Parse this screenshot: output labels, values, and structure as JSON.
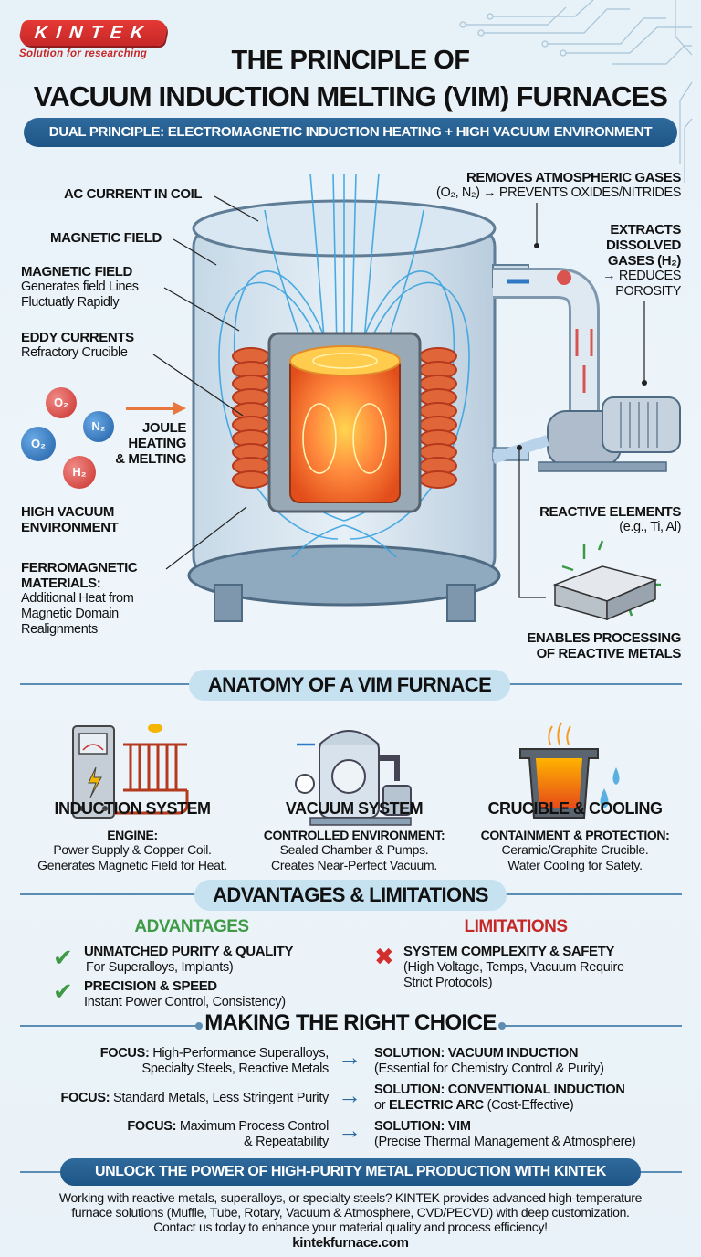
{
  "logo": {
    "brand": "KINTEK",
    "tagline": "Solution for researching",
    "color": "#d32f2f"
  },
  "header": {
    "title_line1": "THE PRINCIPLE OF",
    "title_line2": "VACUUM INDUCTION MELTING (VIM) FURNACES",
    "banner": "DUAL PRINCIPLE: ELECTROMAGNETIC INDUCTION HEATING + HIGH VACUUM ENVIRONMENT",
    "banner_color": "#2a6496"
  },
  "diagram": {
    "left_labels": {
      "ac_current": "AC CURRENT IN COIL",
      "magnetic_field": "MAGNETIC FIELD",
      "magnetic_field2_title": "MAGNETIC FIELD",
      "magnetic_field2_line1": "Generates field Lines",
      "magnetic_field2_line2": "Fluctuatly Rapidly",
      "eddy_title": "EDDY CURRENTS",
      "eddy_desc": "Refractory Crucible",
      "joule_line1": "JOULE",
      "joule_line2": "HEATING",
      "joule_line3": "& MELTING",
      "vacuum_line1": "HIGH VACUUM",
      "vacuum_line2": "ENVIRONMENT",
      "ferro_title1": "FERROMAGNETIC",
      "ferro_title2": "MATERIALS:",
      "ferro_desc1": "Additional Heat from",
      "ferro_desc2": "Magnetic Domain",
      "ferro_desc3": "Realignments"
    },
    "molecules": [
      {
        "label": "O₂",
        "color": "#d9534f"
      },
      {
        "label": "N₂",
        "color": "#2f78c4"
      },
      {
        "label": "O₂",
        "color": "#2f78c4"
      },
      {
        "label": "H₂",
        "color": "#d9534f"
      }
    ],
    "right_labels": {
      "removes_title": "REMOVES ATMOSPHERIC GASES",
      "removes_desc": "(O₂, N₂) → PREVENTS OXIDES/NITRIDES",
      "extracts_line1": "EXTRACTS",
      "extracts_line2": "DISSOLVED",
      "extracts_line3": "GASES (H₂)",
      "extracts_line4": "→ REDUCES",
      "extracts_line5": "POROSITY",
      "reactive_title": "REACTIVE ELEMENTS",
      "reactive_desc": "(e.g., Ti, Al)",
      "enables_line1": "ENABLES PROCESSING",
      "enables_line2": "OF REACTIVE METALS"
    }
  },
  "anatomy": {
    "heading": "ANATOMY OF A VIM FURNACE",
    "columns": [
      {
        "title": "INDUCTION SYSTEM",
        "subtitle": "ENGINE:",
        "line1": "Power Supply & Copper Coil.",
        "line2": "Generates Magnetic Field for Heat."
      },
      {
        "title": "VACUUM SYSTEM",
        "subtitle": "CONTROLLED ENVIRONMENT:",
        "line1": "Sealed Chamber & Pumps.",
        "line2": "Creates Near-Perfect Vacuum."
      },
      {
        "title": "CRUCIBLE & COOLING",
        "subtitle": "CONTAINMENT & PROTECTION:",
        "line1": "Ceramic/Graphite Crucible.",
        "line2": "Water Cooling for Safety."
      }
    ]
  },
  "adv_lim": {
    "heading": "ADVANTAGES & LIMITATIONS",
    "advantages_heading": "ADVANTAGES",
    "advantages_color": "#3f9a46",
    "limitations_heading": "LIMITATIONS",
    "limitations_color": "#c62828",
    "advantages": [
      {
        "title": "UNMATCHED PURITY & QUALITY",
        "desc": "For Superalloys, Implants)"
      },
      {
        "title": "PRECISION & SPEED",
        "desc": "Instant Power Control, Consistency)"
      }
    ],
    "limitations": [
      {
        "title": "SYSTEM COMPLEXITY & SAFETY",
        "desc1": "(High Voltage, Temps, Vacuum Require",
        "desc2": "Strict Protocols)"
      }
    ]
  },
  "choice": {
    "heading": "MAKING THE RIGHT CHOICE",
    "rows": [
      {
        "focus_label": "FOCUS:",
        "focus1": "High-Performance Superalloys,",
        "focus2": "Specialty Steels, Reactive Metals",
        "solution1": "SOLUTION: VACUUM INDUCTION",
        "solution2": "(Essential for Chemistry Control & Purity)"
      },
      {
        "focus_label": "FOCUS:",
        "focus1": "Standard Metals, Less Stringent Purity",
        "focus2": "",
        "solution1": "SOLUTION: CONVENTIONAL INDUCTION",
        "solution2_pre": "or ",
        "solution2_bold": "ELECTRIC ARC",
        "solution2_post": " (Cost-Effective)"
      },
      {
        "focus_label": "FOCUS:",
        "focus1": "Maximum Process Control",
        "focus2": "& Repeatability",
        "solution1": "SOLUTION: VIM",
        "solution2": "(Precise Thermal Management & Atmosphere)"
      }
    ]
  },
  "footer": {
    "banner": "UNLOCK THE POWER OF HIGH-PURITY METAL PRODUCTION WITH KINTEK",
    "line1": "Working with reactive metals, superalloys, or specialty steels? KINTEK provides advanced high-temperature",
    "line2": "furnace solutions (Muffle, Tube, Rotary, Vacuum & Atmosphere, CVD/PECVD) with deep customization.",
    "line3": "Contact us today to enhance your material quality and process efficiency!",
    "website": "kintekfurnace.com"
  }
}
